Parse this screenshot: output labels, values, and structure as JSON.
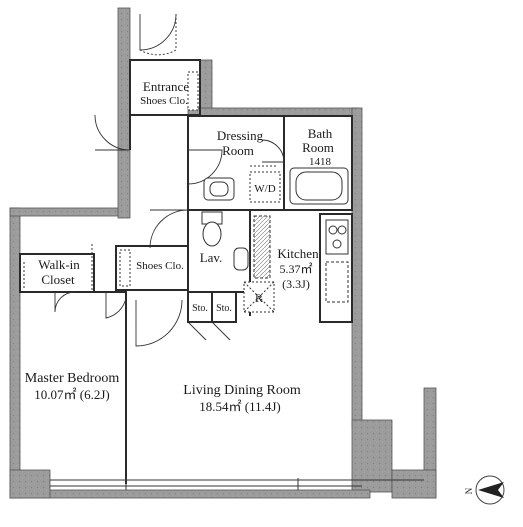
{
  "rooms": {
    "entrance": {
      "name": "Entrance",
      "sub": "Shoes Clo."
    },
    "dressing": {
      "line1": "Dressing",
      "line2": "Room"
    },
    "bath": {
      "line1": "Bath",
      "line2": "Room",
      "size": "1418"
    },
    "wd": "W/D",
    "walkin": {
      "line1": "Walk-in",
      "line2": "Closet"
    },
    "shoes_clo": "Shoes Clo.",
    "lav": "Lav.",
    "kitchen": {
      "name": "Kitchen",
      "area": "5.37㎡",
      "jo": "(3.3J)"
    },
    "refrigerator": "R",
    "storage1": "Sto.",
    "storage2": "Sto.",
    "master": {
      "line1": "Master Bedroom",
      "line2": "10.07㎡ (6.2J)"
    },
    "living": {
      "line1": "Living Dining Room",
      "line2": "18.54㎡ (11.4J)"
    }
  },
  "compass": {
    "label": "N"
  },
  "colors": {
    "wall": "#9a9a9a",
    "wall_dark": "#8a8a8a",
    "line": "#2a2a2a",
    "paper": "#ffffff"
  }
}
